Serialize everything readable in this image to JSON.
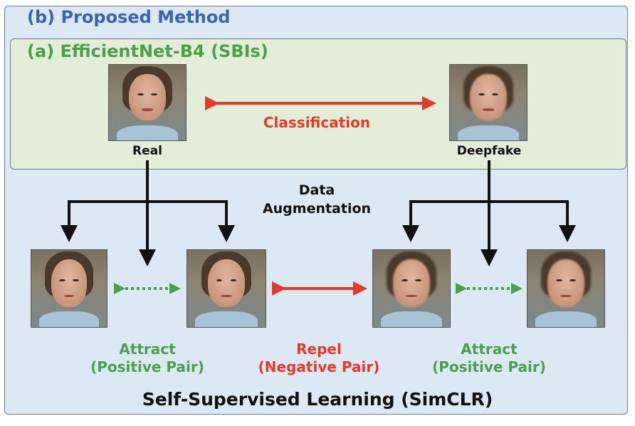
{
  "titles": {
    "outer": "(b) Proposed Method",
    "inner": "(a) EfficientNet-B4 (SBIs)",
    "bottom": "Self-Supervised Learning (SimCLR)"
  },
  "labels": {
    "real": "Real",
    "deepfake": "Deepfake",
    "classification": "Classification",
    "data_augmentation_line1": "Data",
    "data_augmentation_line2": "Augmentation",
    "attract_left_line1": "Attract",
    "attract_left_line2": "(Positive Pair)",
    "repel_line1": "Repel",
    "repel_line2": "(Negative Pair)",
    "attract_right_line1": "Attract",
    "attract_right_line2": "(Positive Pair)"
  },
  "colors": {
    "outer_bg": "#dce8f4",
    "inner_bg": "#e3edd7",
    "blue_title": "#3a63b0",
    "green": "#4aa14a",
    "red": "#e23b2a",
    "black": "#111111"
  },
  "images": [
    {
      "name": "real-face-image"
    },
    {
      "name": "deepfake-face-image"
    },
    {
      "name": "real-aug-1-image"
    },
    {
      "name": "real-aug-2-image"
    },
    {
      "name": "fake-aug-1-image"
    },
    {
      "name": "fake-aug-2-image"
    }
  ]
}
